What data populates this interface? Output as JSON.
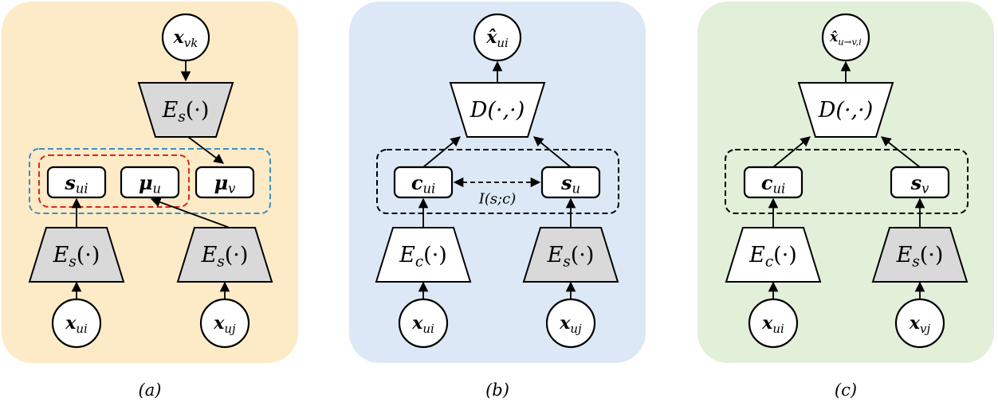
{
  "colors": {
    "panel_a": "#fdebc7",
    "panel_b": "#dce8f5",
    "panel_c": "#e2efd9",
    "encoder_shared": "#d9d9d9",
    "encoder_content": "#ffffff",
    "outline_blue_dashed": "#3b8fc6",
    "outline_red_dashed": "#e0241b",
    "outline_black_dashed": "#000000"
  },
  "panels": {
    "a": {
      "caption": "(a)",
      "top_node": "x_vk",
      "top_encoder": "E_s(·)",
      "group_items": [
        "s_ui",
        "μ_u",
        "μ_v"
      ],
      "bottom_encoders": [
        "E_s(·)",
        "E_s(·)"
      ],
      "bottom_nodes": [
        "x_ui",
        "x_uj"
      ]
    },
    "b": {
      "caption": "(b)",
      "top_node": "x̂_ui",
      "decoder": "D(·,·)",
      "group_items": [
        "c_ui",
        "s_u"
      ],
      "mi_label": "I(s;c)",
      "bottom_encoders": [
        "E_c(·)",
        "E_s(·)"
      ],
      "bottom_nodes": [
        "x_ui",
        "x_uj"
      ]
    },
    "c": {
      "caption": "(c)",
      "top_node": "x̂_u→v,i",
      "decoder": "D(·,·)",
      "group_items": [
        "c_ui",
        "s_v"
      ],
      "bottom_encoders": [
        "E_c(·)",
        "E_s(·)"
      ],
      "bottom_nodes": [
        "x_ui",
        "x_vj"
      ]
    }
  }
}
